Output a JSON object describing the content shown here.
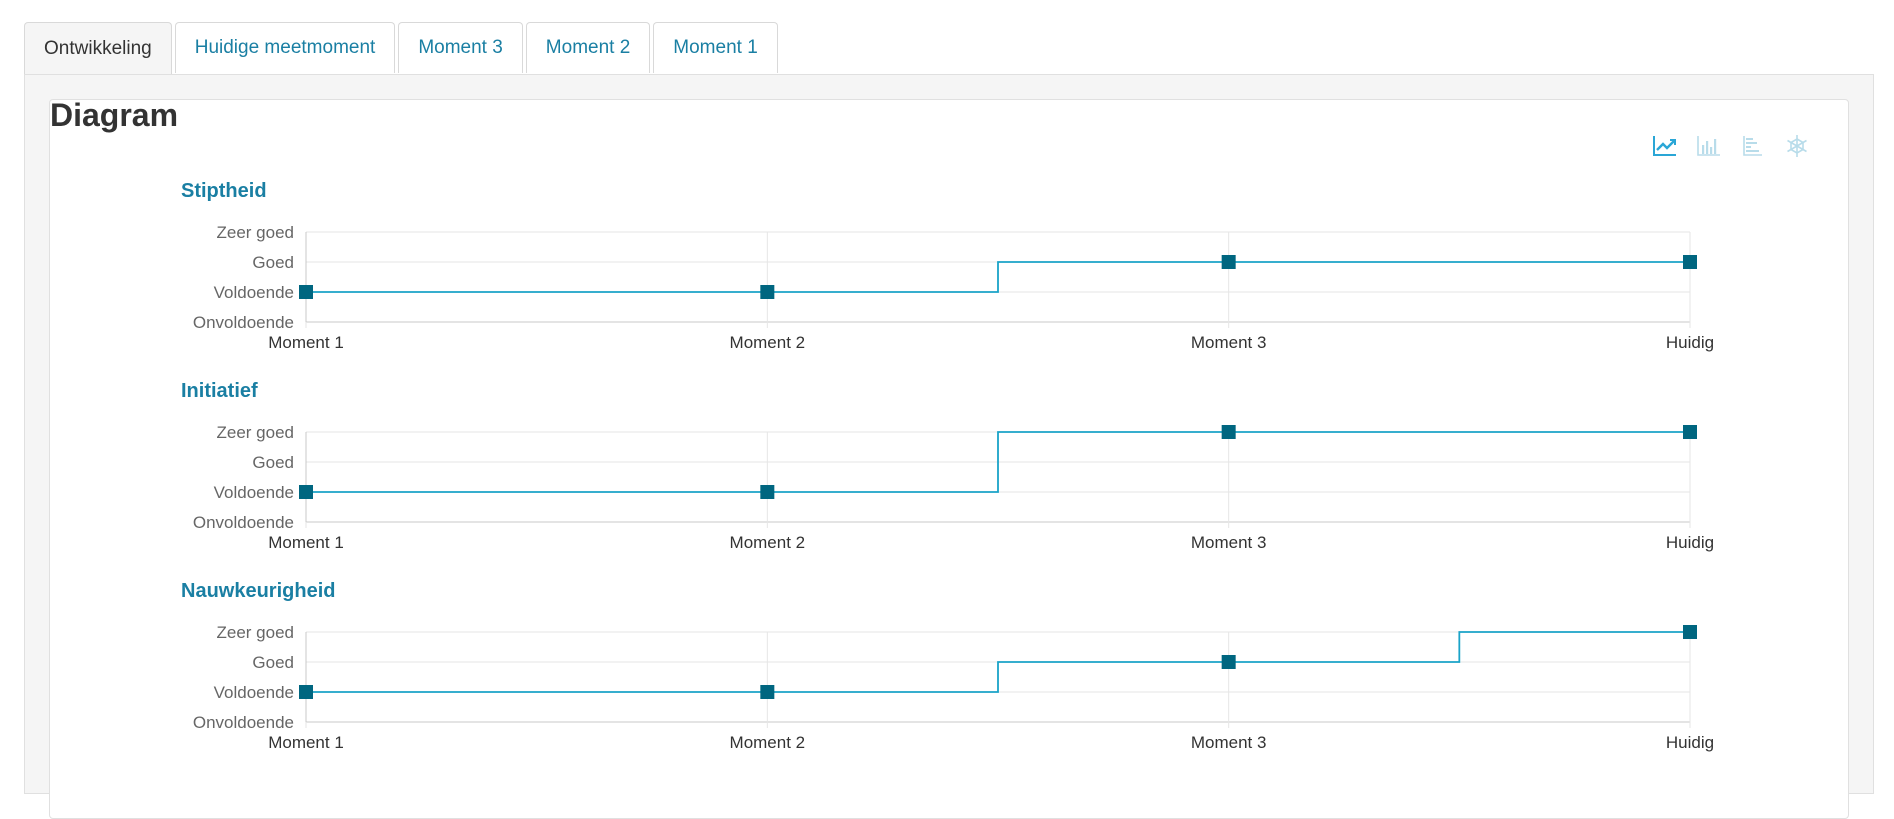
{
  "tabs": [
    {
      "label": "Ontwikkeling",
      "active": true
    },
    {
      "label": "Huidige meetmoment",
      "active": false
    },
    {
      "label": "Moment 3",
      "active": false
    },
    {
      "label": "Moment 2",
      "active": false
    },
    {
      "label": "Moment 1",
      "active": false
    }
  ],
  "card": {
    "title": "Diagram"
  },
  "toolbar": {
    "icons": [
      "line-chart-icon",
      "bar-chart-icon",
      "horizontal-bar-chart-icon",
      "radar-chart-icon"
    ],
    "active_color": "#2aa6d6",
    "inactive_color": "#b8dcea"
  },
  "colors": {
    "line": "#1aa3c8",
    "marker": "#006680",
    "title": "#1a7fa3"
  },
  "chart_data": [
    {
      "type": "line",
      "step": true,
      "title": "Stiptheid",
      "categories": [
        "Moment 1",
        "Moment 2",
        "Moment 3",
        "Huidig"
      ],
      "y_levels": [
        "Onvoldoende",
        "Voldoende",
        "Goed",
        "Zeer goed"
      ],
      "values": [
        "Voldoende",
        "Voldoende",
        "Goed",
        "Goed"
      ],
      "grid": true
    },
    {
      "type": "line",
      "step": true,
      "title": "Initiatief",
      "categories": [
        "Moment 1",
        "Moment 2",
        "Moment 3",
        "Huidig"
      ],
      "y_levels": [
        "Onvoldoende",
        "Voldoende",
        "Goed",
        "Zeer goed"
      ],
      "values": [
        "Voldoende",
        "Voldoende",
        "Zeer goed",
        "Zeer goed"
      ],
      "grid": true
    },
    {
      "type": "line",
      "step": true,
      "title": "Nauwkeurigheid",
      "categories": [
        "Moment 1",
        "Moment 2",
        "Moment 3",
        "Huidig"
      ],
      "y_levels": [
        "Onvoldoende",
        "Voldoende",
        "Goed",
        "Zeer goed"
      ],
      "values": [
        "Voldoende",
        "Voldoende",
        "Goed",
        "Zeer goed"
      ],
      "grid": true
    }
  ]
}
